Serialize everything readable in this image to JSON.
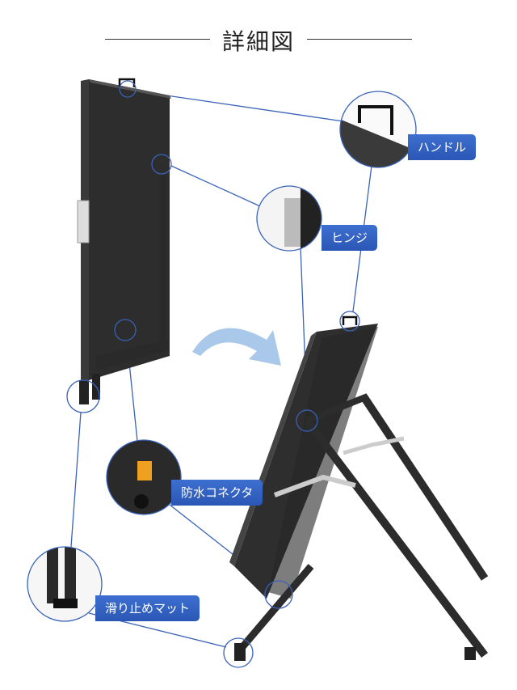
{
  "title": "詳細図",
  "callouts": {
    "handle": "ハンドル",
    "hinge": "ヒンジ",
    "connector": "防水コネクタ",
    "mat": "滑り止めマット"
  },
  "colors": {
    "accent": "#2f5fc4",
    "frame": "#2b2b2b",
    "arrow": "#a9c8ea"
  }
}
